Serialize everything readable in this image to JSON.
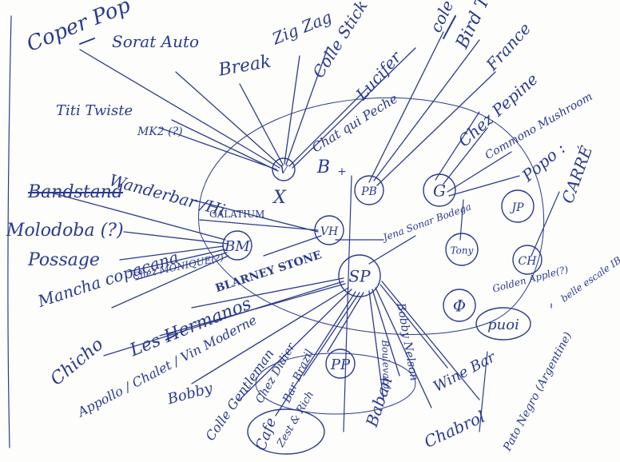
{
  "colors": {
    "ink": "#2b3a8f",
    "red_mark": "#d0312d",
    "paper": "#fdfdfb"
  },
  "hubs": {
    "v": "V",
    "pb": "PB",
    "g": "G",
    "vh": "VH",
    "bm": "BM",
    "sp": "SP",
    "jp": "JP",
    "ch": "CH",
    "tony": "Tony",
    "phi": "Φ",
    "puoi": "puoi",
    "pp": "PP"
  },
  "marks": {
    "x": "X",
    "b": "B",
    "plus": "+",
    "star": "+"
  },
  "labels": {
    "coper_pop": "Coper Pop",
    "sorat_auto": "Sorat Auto",
    "zig_zag": "Zig Zag",
    "break": "Break",
    "colle_stick": "Colle Stick",
    "lucifer": "Lucifer",
    "chat_qui_peche": "Chat qui Peche",
    "cole": "cole",
    "bird": "Bird T.",
    "france": "France",
    "titi_twiste": "Titi Twiste",
    "mk2": "MK2 (?)",
    "chez_pepine": "Chez Pepine",
    "commono_mushroom": "Commono Mushroom",
    "popo": "Popo :",
    "wanderbar": "Wanderbar /Hi",
    "carre": "CARRÉ",
    "crossed": "Bandstand",
    "galatium": "GALATIUM",
    "molodoba": "Molodoba (?)",
    "possage": "Possage",
    "chez_monique": "Chez MONIQUE(?)",
    "blarney_stone": "BLARNEY STONE",
    "jena_sonar_bodega": "Jena Sonar Bodega",
    "mancha_copacana": "Mancha copacana",
    "golden_apple": "Golden Apple(?)",
    "belle_escale_ibaia": "belle escale IBAIA",
    "chicho": "Chicho",
    "les_hermanos": "Les Hermanos",
    "apollo": "Appollo / Chalet / Vin Moderne",
    "bobby": "Bobby",
    "bobby_nelson": "Bobby Nelson",
    "colle_gentleman": "Colle Gentleman",
    "chez_didier": "Chez Didier",
    "bar_brazil": "Bar Brazil",
    "boulevard": "Boulevard",
    "cafe": "Cafe",
    "zest": "Zest & Rich",
    "baban": "Baban",
    "wine_bar": "Wine Bar",
    "chabrol": "Chabrol",
    "pato_negro": "Pato Negro (Argentine)"
  }
}
